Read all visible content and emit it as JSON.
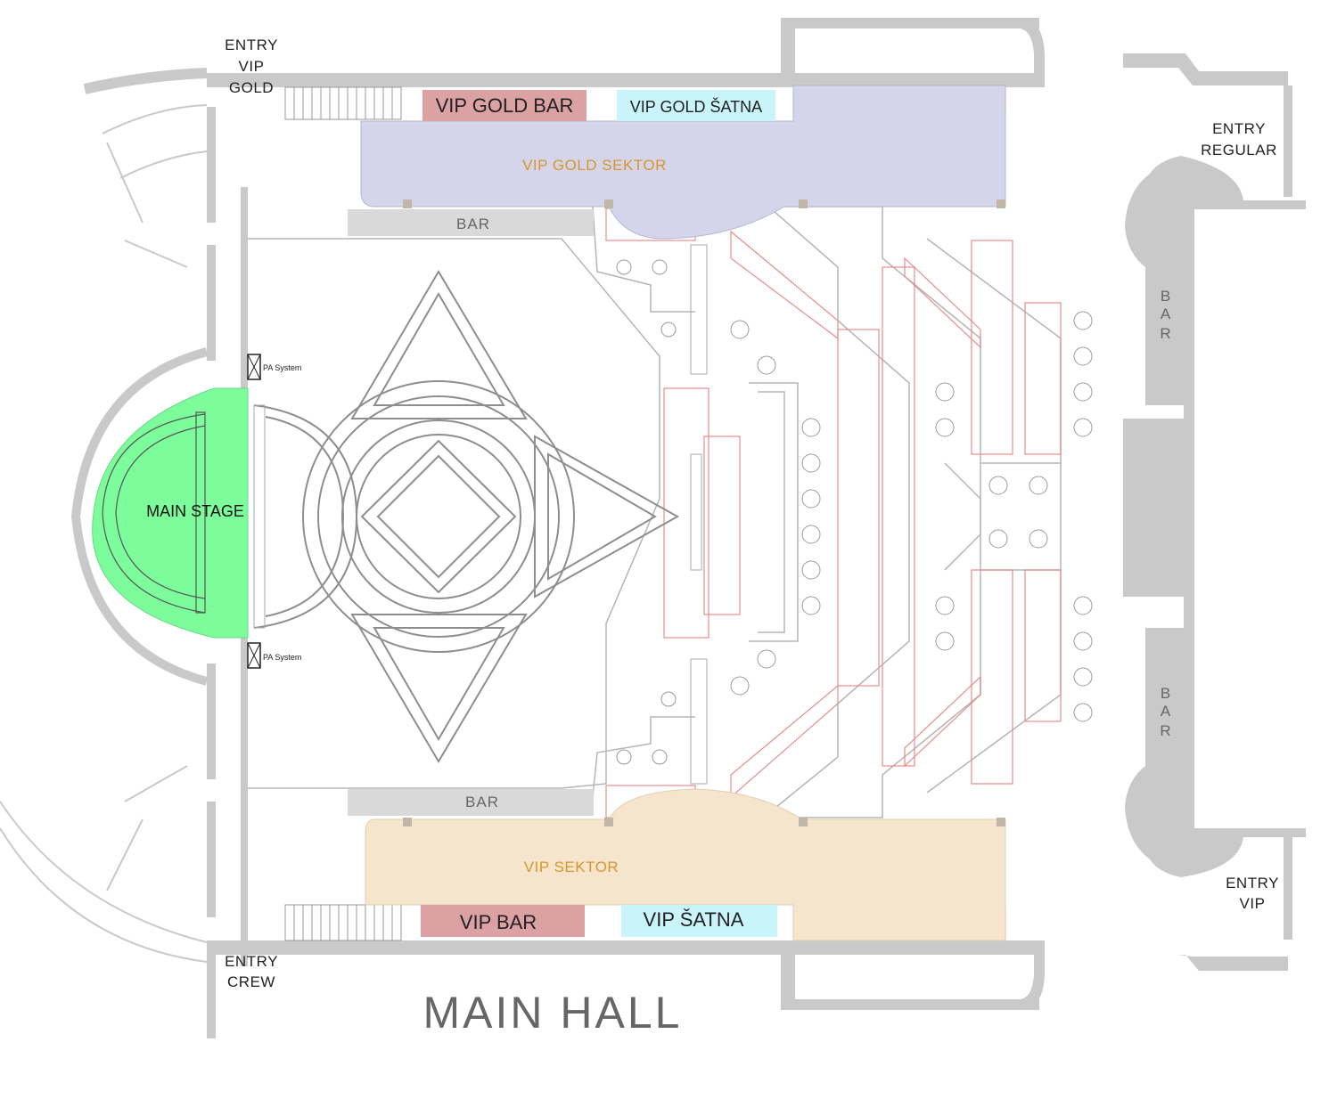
{
  "title": "MAIN HALL",
  "colors": {
    "main_stage": "#7dfc9c",
    "vip_gold_sector": "#d4d4ea",
    "vip_sector": "#f6e5cd",
    "bar_red": "#dba1a3",
    "satna_cyan": "#c8f4fa",
    "sector_label": "#d8962b",
    "wall": "#c9c9c9",
    "bar_grey": "#d9d9d9"
  },
  "entries": {
    "vip_gold": [
      "ENTRY",
      "VIP",
      "GOLD"
    ],
    "regular": [
      "ENTRY",
      "REGULAR"
    ],
    "vip": [
      "ENTRY",
      "VIP"
    ],
    "crew": [
      "ENTRY",
      "CREW"
    ]
  },
  "zones": {
    "vip_gold_bar": "VIP GOLD BAR",
    "vip_gold_satna": "VIP GOLD ŠATNA",
    "vip_gold_sector": "VIP GOLD SEKTOR",
    "vip_sector": "VIP SEKTOR",
    "vip_bar": "VIP BAR",
    "vip_satna": "VIP ŠATNA",
    "main_stage": "MAIN STAGE"
  },
  "bars": {
    "top": "BAR",
    "bottom": "BAR",
    "right_top": [
      "B",
      "A",
      "R"
    ],
    "right_bottom": [
      "B",
      "A",
      "R"
    ]
  },
  "pa_system": [
    "PA System",
    "PA System"
  ]
}
